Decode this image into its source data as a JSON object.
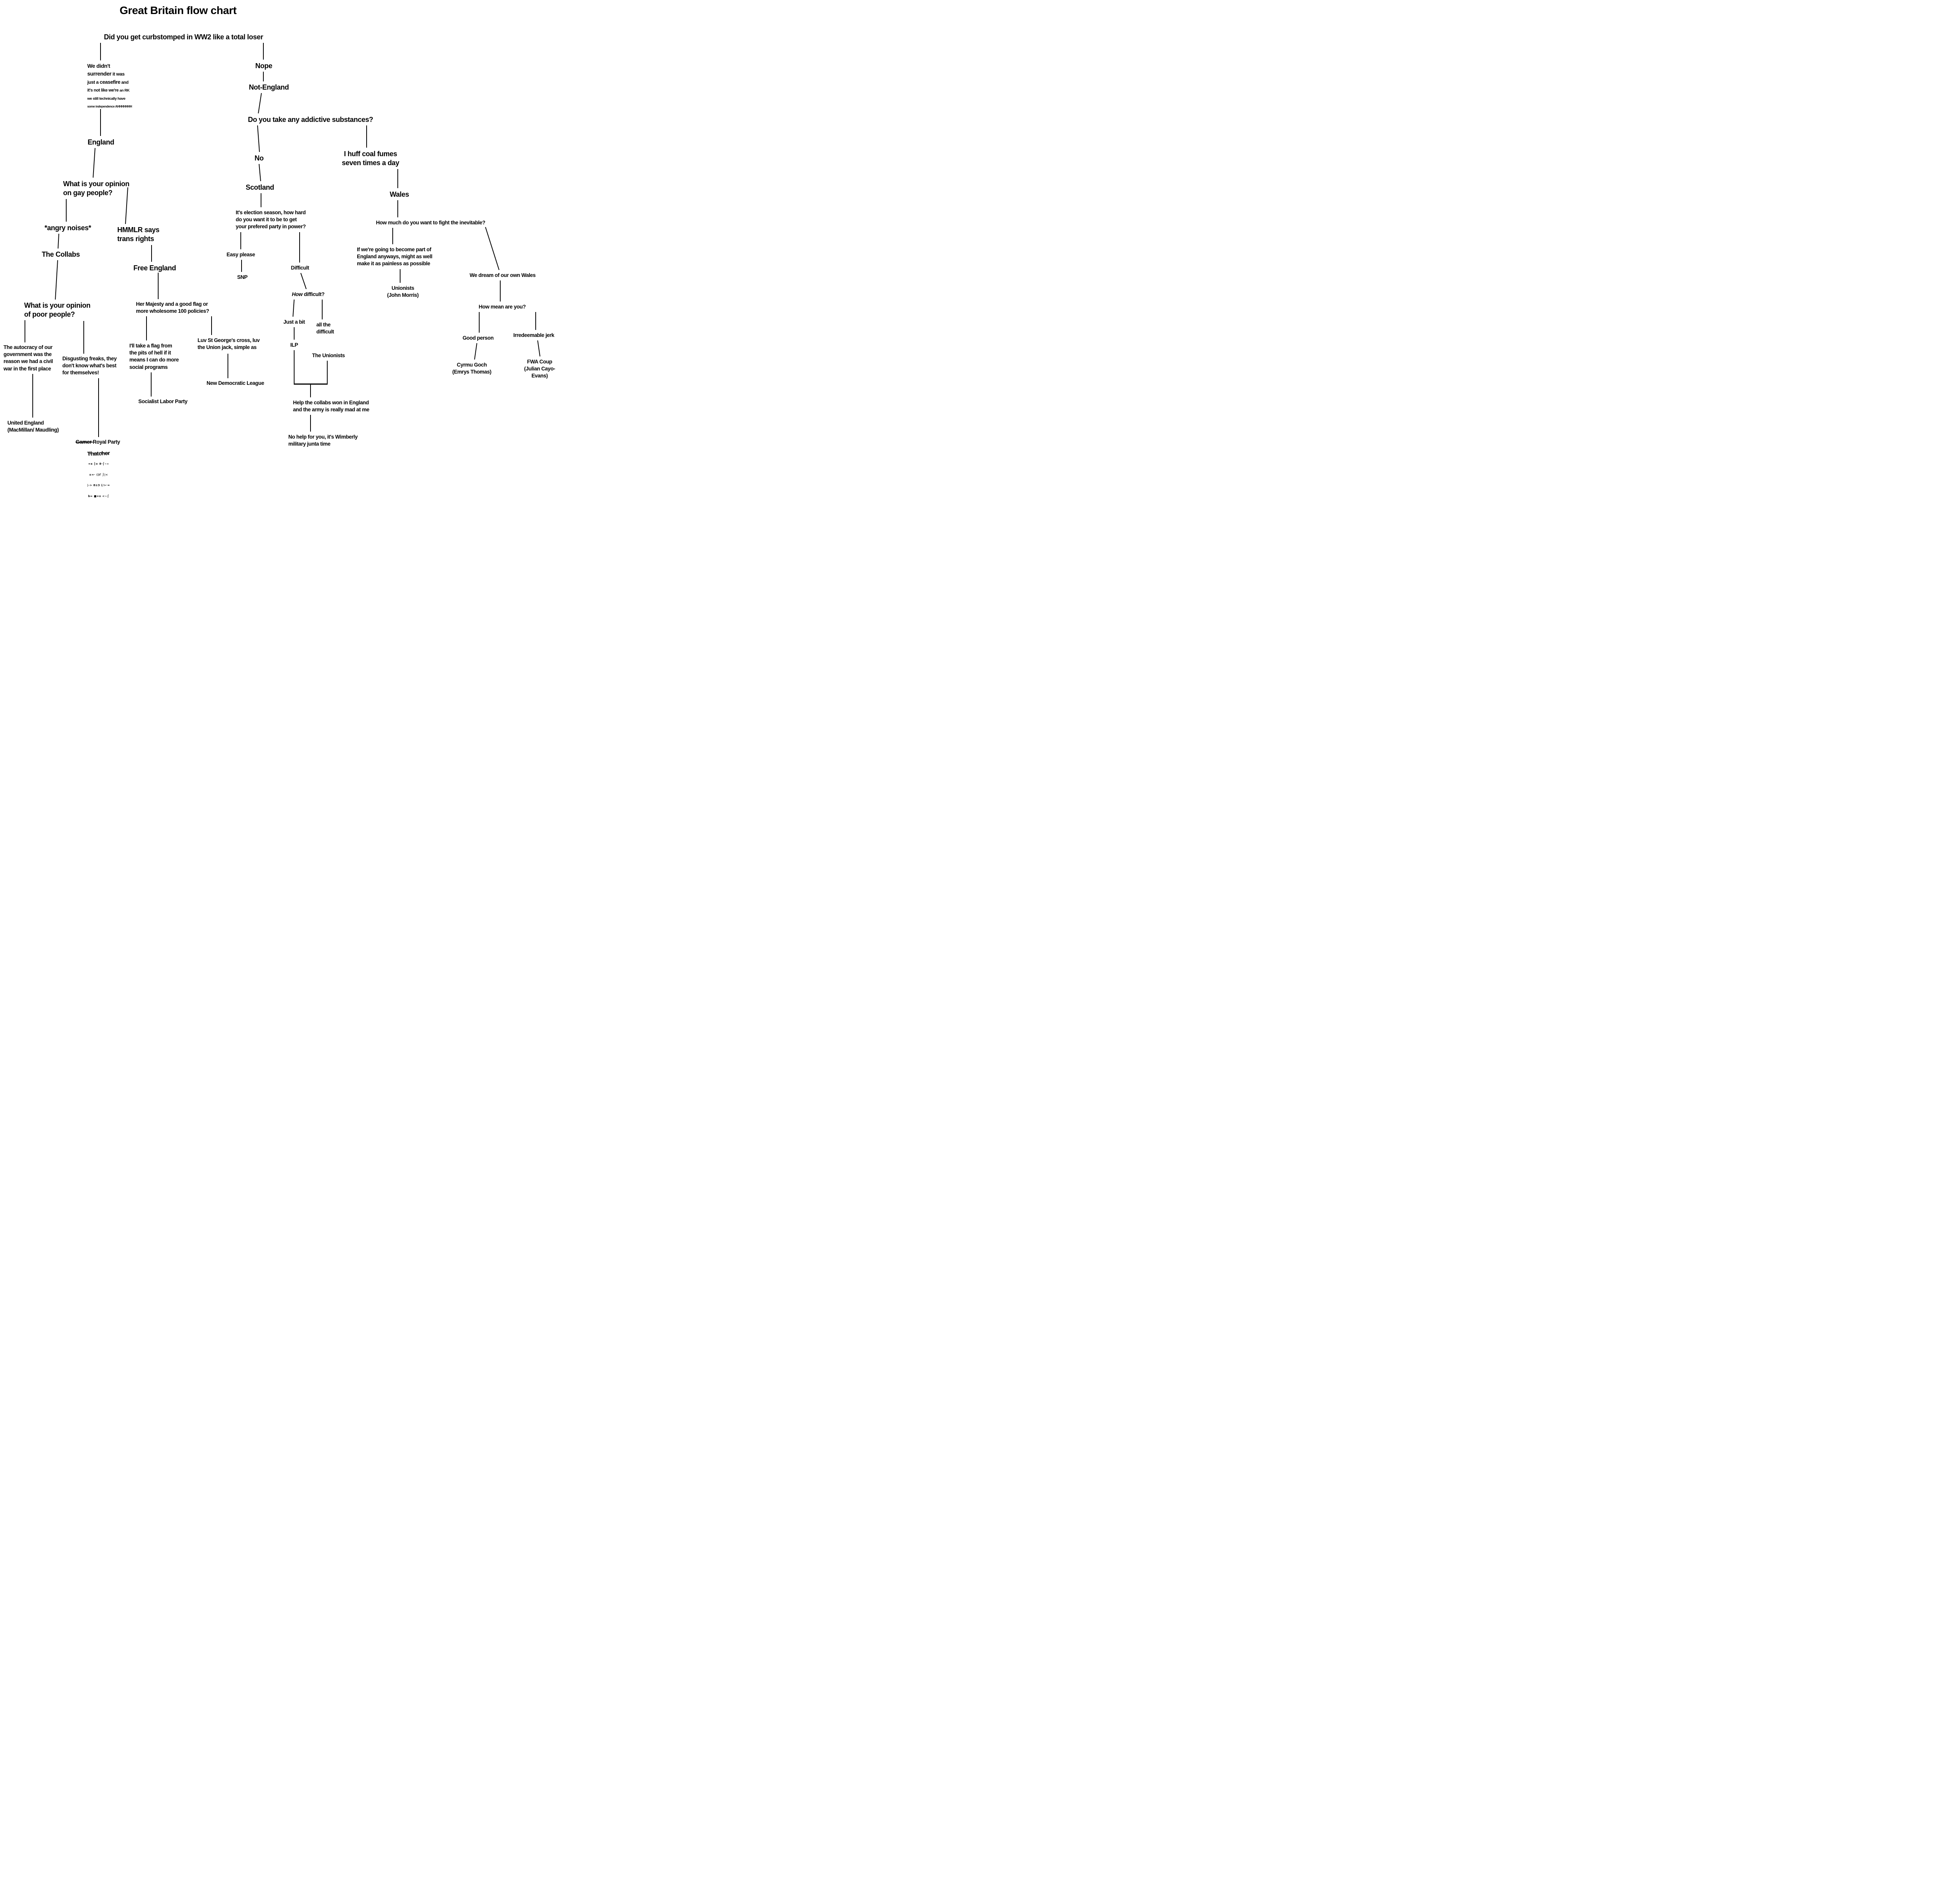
{
  "title": "Great Britain flow chart",
  "nodes": {
    "q_ww2": "Did you get curbstomped in WW2 like a total loser",
    "ceasefire": {
      "p1": "We didn't surrender",
      "p2": " it was just a ",
      "p3": "ceasefire",
      "p4": " and it's not like we're ",
      "p5": "an RK we still technically have ",
      "p6": "some independence AHHHHHHH"
    },
    "nope": "Nope",
    "not_england": "Not-England",
    "q_substances": "Do you take any addictive substances?",
    "england": "England",
    "no": "No",
    "coal": "I huff coal fumes\nseven times a day",
    "q_gay": "What is your opinion\non gay people?",
    "scotland": "Scotland",
    "wales": "Wales",
    "q_election": "It's election season, how hard\ndo you want it to be to get\nyour prefered party in power?",
    "q_inevitable": "How much do you want to fight the inevitable?",
    "angry": "*angry noises*",
    "hmmlr": "HMMLR says\ntrans rights",
    "collabs": "The Collabs",
    "easy": "Easy please",
    "q_painless": "If we're going to become part of\nEngland anyways, might as well\nmake it as painless as possible",
    "free_england": "Free England",
    "difficult": "Difficult",
    "snp": "SNP",
    "dream": "We dream of our own Wales",
    "unionists_jm": "Unionists\n(John Morris)",
    "q_how_difficult": {
      "italic": "How",
      "rest": " difficult?"
    },
    "q_poor": "What is your opinion\nof poor people?",
    "her_majesty": "Her Majesty and a good flag or\nmore wholesome 100 policies?",
    "q_mean": "How mean are you?",
    "just_a_bit": "Just a bit",
    "all_difficult": "all the\ndifficult",
    "good_person": "Good person",
    "jerk": "Irredeemable jerk",
    "autocracy": "The autocracy of our\ngovernment was the\nreason we had a civil\nwar in the first place",
    "disgusting": "Disgusting freaks, they\ndon't know what's best\nfor themselves!",
    "flag_hell": "I'll take a flag from\nthe pits of hell if it\nmeans I can do more\nsocial programs",
    "luv": "Luv St George's cross, luv\nthe Union jack, simple as",
    "ilp": "ILP",
    "the_unionists": "The Unionists",
    "cyrmu": "Cyrmu Goch\n(Emrys Thomas)",
    "fwa": "FWA Coup\n(Julian Cayo-Evans)",
    "ndl": "New Democratic League",
    "slp": "Socialist Labor Party",
    "help_collabs": "Help the collabs won in England\nand the army is really mad at me",
    "no_help": "No help for you, it's Wimberly\nmilitary junta time",
    "united_england": "United England\n(MacMillan/ Maudling)",
    "gamer_royal": {
      "strike": "Gamer ",
      "rest": "Royal Party"
    },
    "thatcher": {
      "word": "Thatcher",
      "scribble": [
        "╔ó =x ⌐Γ<|≡",
        "=x ║≡ 8·⌠~«",
        "≡=· ()Γ ⌡|<",
        "|-> 8≡3 (/>·=",
        "b≈ ■=x <~⌠"
      ]
    }
  }
}
